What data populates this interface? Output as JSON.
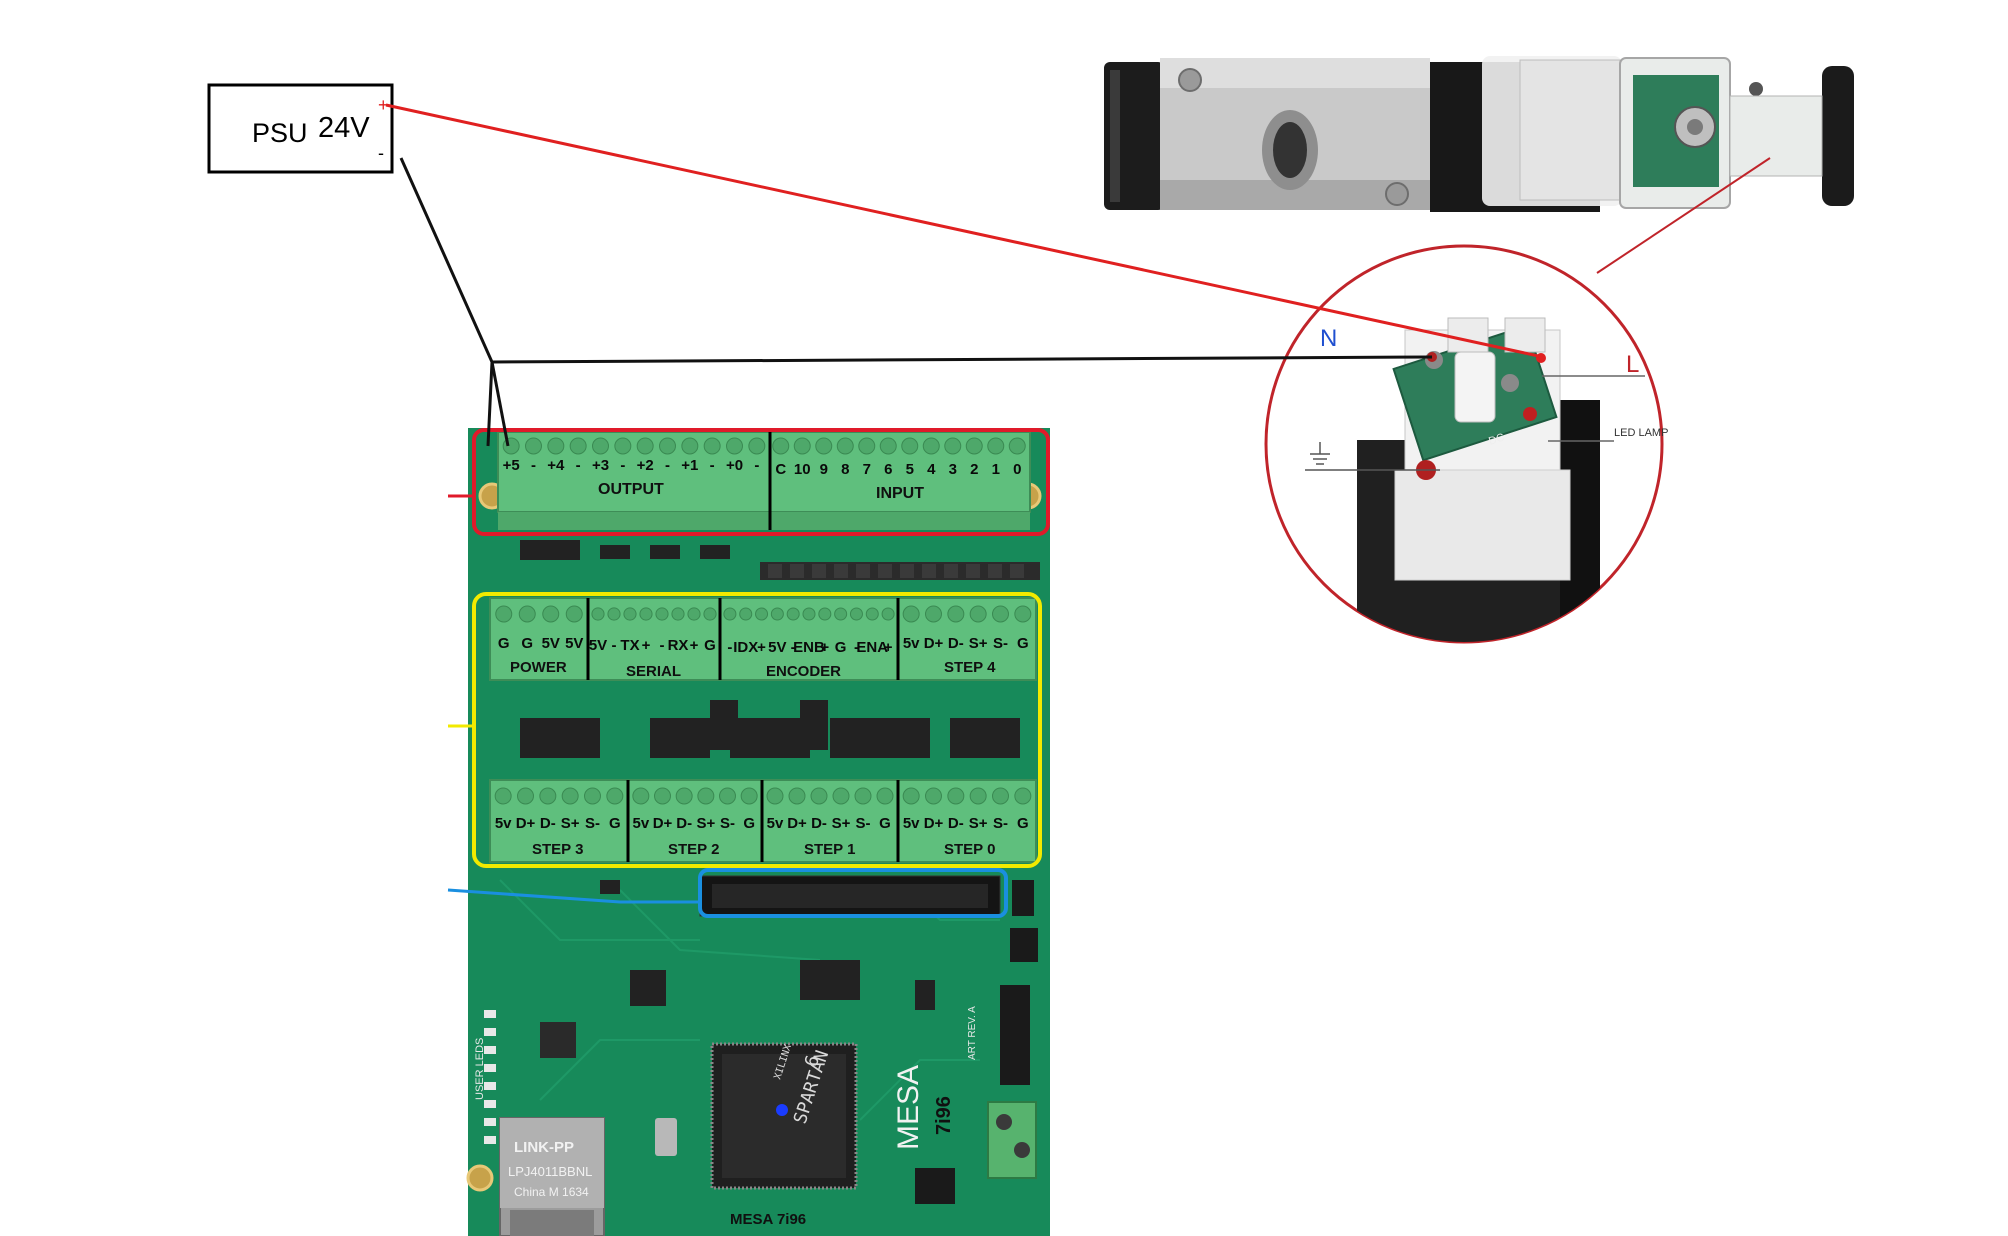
{
  "psu": {
    "label": "PSU",
    "voltage": "24V",
    "plus": "+",
    "minus": "-"
  },
  "board": {
    "caption": "MESA 7i96",
    "brand": "MESA",
    "model": "7i96",
    "fpga_brand": "SPARTAN",
    "fpga_suffix": "6",
    "fpga_maker": "XILINX",
    "eth_brand": "LINK-PP",
    "eth_part": "LPJ4011BBNL",
    "eth_origin": "China M 1634",
    "user_leds": "USER LEDS",
    "art_rev": "ART REV. A",
    "headers": {
      "output": "OUTPUT",
      "input": "INPUT",
      "power": "POWER",
      "serial": "SERIAL",
      "encoder": "ENCODER",
      "step4": "STEP 4",
      "step3": "STEP 3",
      "step2": "STEP 2",
      "step1": "STEP 1",
      "step0": "STEP 0"
    },
    "output_pins": [
      "+5",
      "-",
      "+4",
      "-",
      "+3",
      "-",
      "+2",
      "-",
      "+1",
      "-",
      "+0",
      "-"
    ],
    "input_pins": [
      "C",
      "10",
      "9",
      "8",
      "7",
      "6",
      "5",
      "4",
      "3",
      "2",
      "1",
      "0"
    ],
    "power_pins": [
      "G",
      "G",
      "5V",
      "5V"
    ],
    "serial_pins": [
      "5V",
      "-",
      "TX",
      "+",
      "-",
      "RX",
      "+",
      "G"
    ],
    "encoder_pins": [
      "-",
      "IDX",
      "+",
      "5V",
      "-",
      "ENB",
      "+",
      "G",
      "-",
      "ENA",
      "+"
    ],
    "step_pins": [
      "5v",
      "D+",
      "D-",
      "S+",
      "S-",
      "G"
    ]
  },
  "solenoid": {
    "label_n": "N",
    "label_l": "L",
    "led_lamp": "LED LAMP",
    "dc_mark": "DC"
  },
  "colors": {
    "wire_positive": "#e02020",
    "wire_negative": "#111111",
    "box_output": "#e01a2a",
    "box_step": "#f2ea00",
    "box_header": "#1a8fe0",
    "pcb": "#178a5a",
    "terminal": "#5fbf7d",
    "detail_circle": "#c0242a",
    "label_n": "#1f4fd0",
    "label_l": "#c0242a"
  }
}
